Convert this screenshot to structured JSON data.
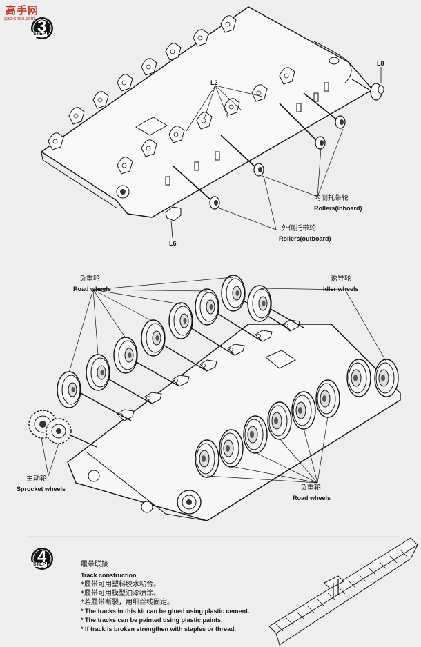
{
  "watermark": {
    "brand": "高手网",
    "url": "gao-shou.com"
  },
  "steps": {
    "step3": {
      "label": "STEP",
      "number": "3"
    },
    "step4": {
      "label": "STEP",
      "number": "4"
    }
  },
  "top_section": {
    "part_l8": "L8",
    "part_l2": "L2",
    "part_l6": "L6",
    "rollers_inboard_cn": "内侧托带轮",
    "rollers_inboard_en": "Rollers(inboard)",
    "rollers_outboard_cn": "外侧托带轮",
    "rollers_outboard_en": "Rollers(outboard)"
  },
  "middle_section": {
    "road_wheels_cn": "负重轮",
    "road_wheels_en": "Road wheels",
    "idler_wheels_cn": "诱导轮",
    "idler_wheels_en": "Idler wheels",
    "sprocket_wheels_cn": "主动轮",
    "sprocket_wheels_en": "Sprocket wheels",
    "road_wheels_lower_cn": "负重轮",
    "road_wheels_lower_en": "Road wheels"
  },
  "track_construction": {
    "title_cn": "履带联接",
    "title_en": "Track construction",
    "notes_cn": [
      "*履带可用塑料胶水粘合。",
      "*履带可用模型油漆喷涂。",
      "*若履带断裂，用细丝线固定。"
    ],
    "notes_en": [
      "* The tracks in this kit can be glued using plastic cement.",
      "* The tracks can be painted using plastic paints.",
      "* If track is broken strengthen with staples or thread."
    ]
  }
}
